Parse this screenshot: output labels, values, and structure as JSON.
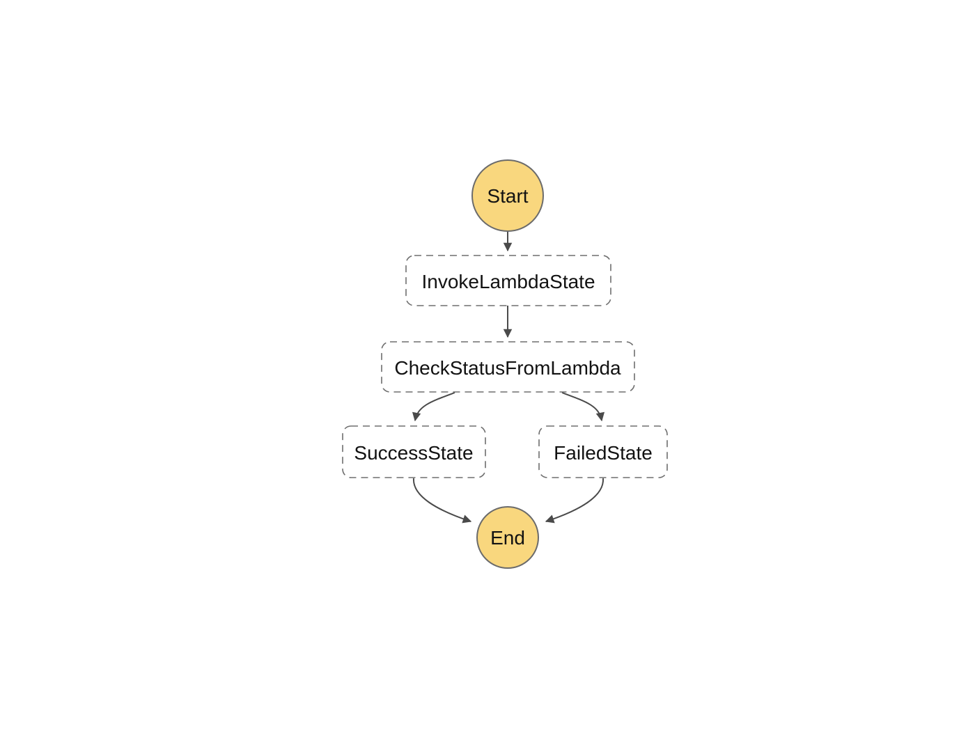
{
  "diagram": {
    "type": "state-machine-flowchart",
    "colors": {
      "background": "#ffffff",
      "terminal_fill": "#F9D77E",
      "terminal_stroke": "#6b6b6b",
      "state_border": "#6e6e6e",
      "edge": "#4a4a4a",
      "text": "#121212"
    },
    "nodes": {
      "start": {
        "label": "Start",
        "shape": "circle"
      },
      "invoke_lambda_state": {
        "label": "InvokeLambdaState",
        "shape": "dashed-rounded-rect"
      },
      "check_status_from_lambda": {
        "label": "CheckStatusFromLambda",
        "shape": "dashed-rounded-rect"
      },
      "success_state": {
        "label": "SuccessState",
        "shape": "dashed-rounded-rect"
      },
      "failed_state": {
        "label": "FailedState",
        "shape": "dashed-rounded-rect"
      },
      "end": {
        "label": "End",
        "shape": "circle"
      }
    },
    "edges": [
      {
        "from": "Start",
        "to": "InvokeLambdaState"
      },
      {
        "from": "InvokeLambdaState",
        "to": "CheckStatusFromLambda"
      },
      {
        "from": "CheckStatusFromLambda",
        "to": "SuccessState"
      },
      {
        "from": "CheckStatusFromLambda",
        "to": "FailedState"
      },
      {
        "from": "SuccessState",
        "to": "End"
      },
      {
        "from": "FailedState",
        "to": "End"
      }
    ]
  }
}
